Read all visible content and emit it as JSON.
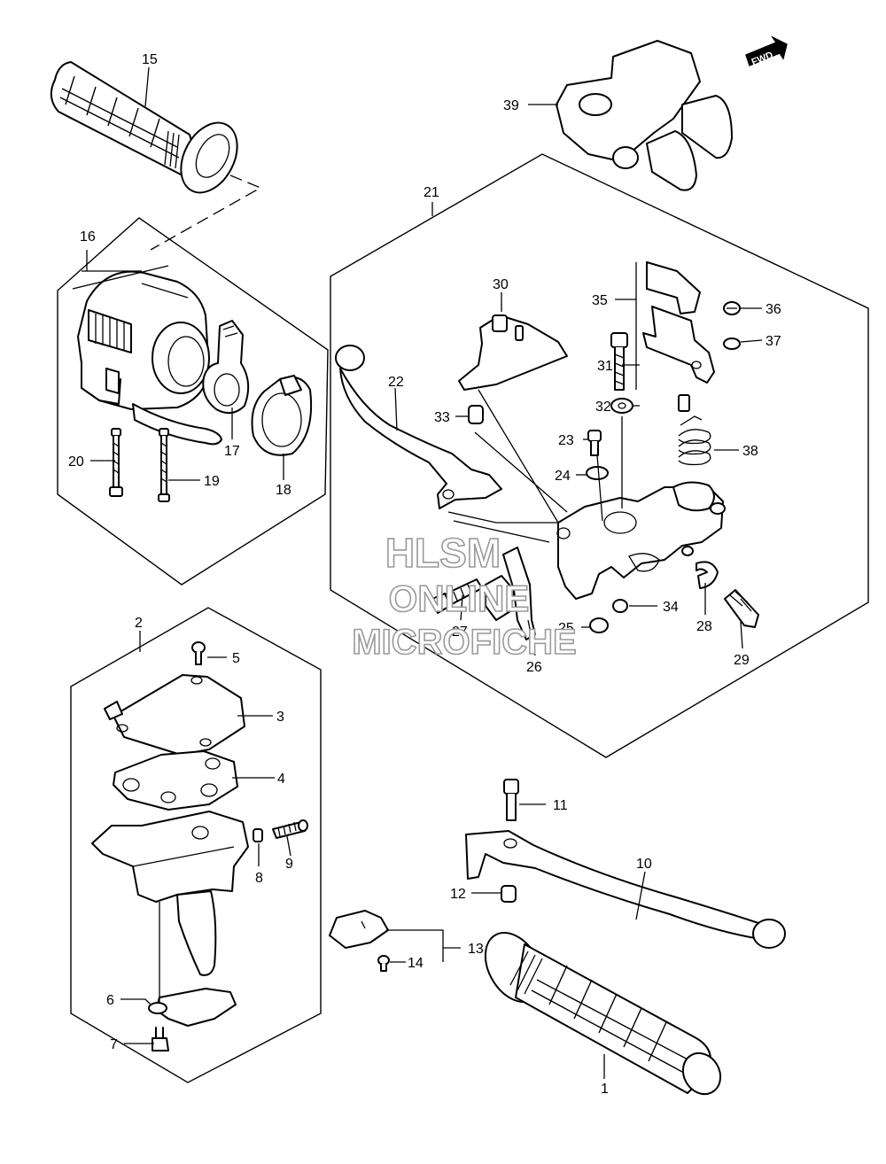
{
  "callouts": {
    "c1": "1",
    "c2": "2",
    "c3": "3",
    "c4": "4",
    "c5": "5",
    "c6": "6",
    "c7": "7",
    "c8": "8",
    "c9": "9",
    "c10": "10",
    "c11": "11",
    "c12": "12",
    "c13": "13",
    "c14": "14",
    "c15": "15",
    "c16": "16",
    "c17": "17",
    "c18": "18",
    "c19": "19",
    "c20": "20",
    "c21": "21",
    "c22": "22",
    "c23": "23",
    "c24": "24",
    "c25": "25",
    "c26": "26",
    "c27": "27",
    "c28": "28",
    "c29": "29",
    "c30": "30",
    "c31": "31",
    "c32": "32",
    "c33": "33",
    "c34": "34",
    "c35": "35",
    "c36": "36",
    "c37": "37",
    "c38": "38",
    "c39": "39"
  },
  "fwd_badge": "FWD",
  "watermark": {
    "line1": "HLSM",
    "line2": "ONLINE",
    "line3": "MICROFICHE"
  }
}
